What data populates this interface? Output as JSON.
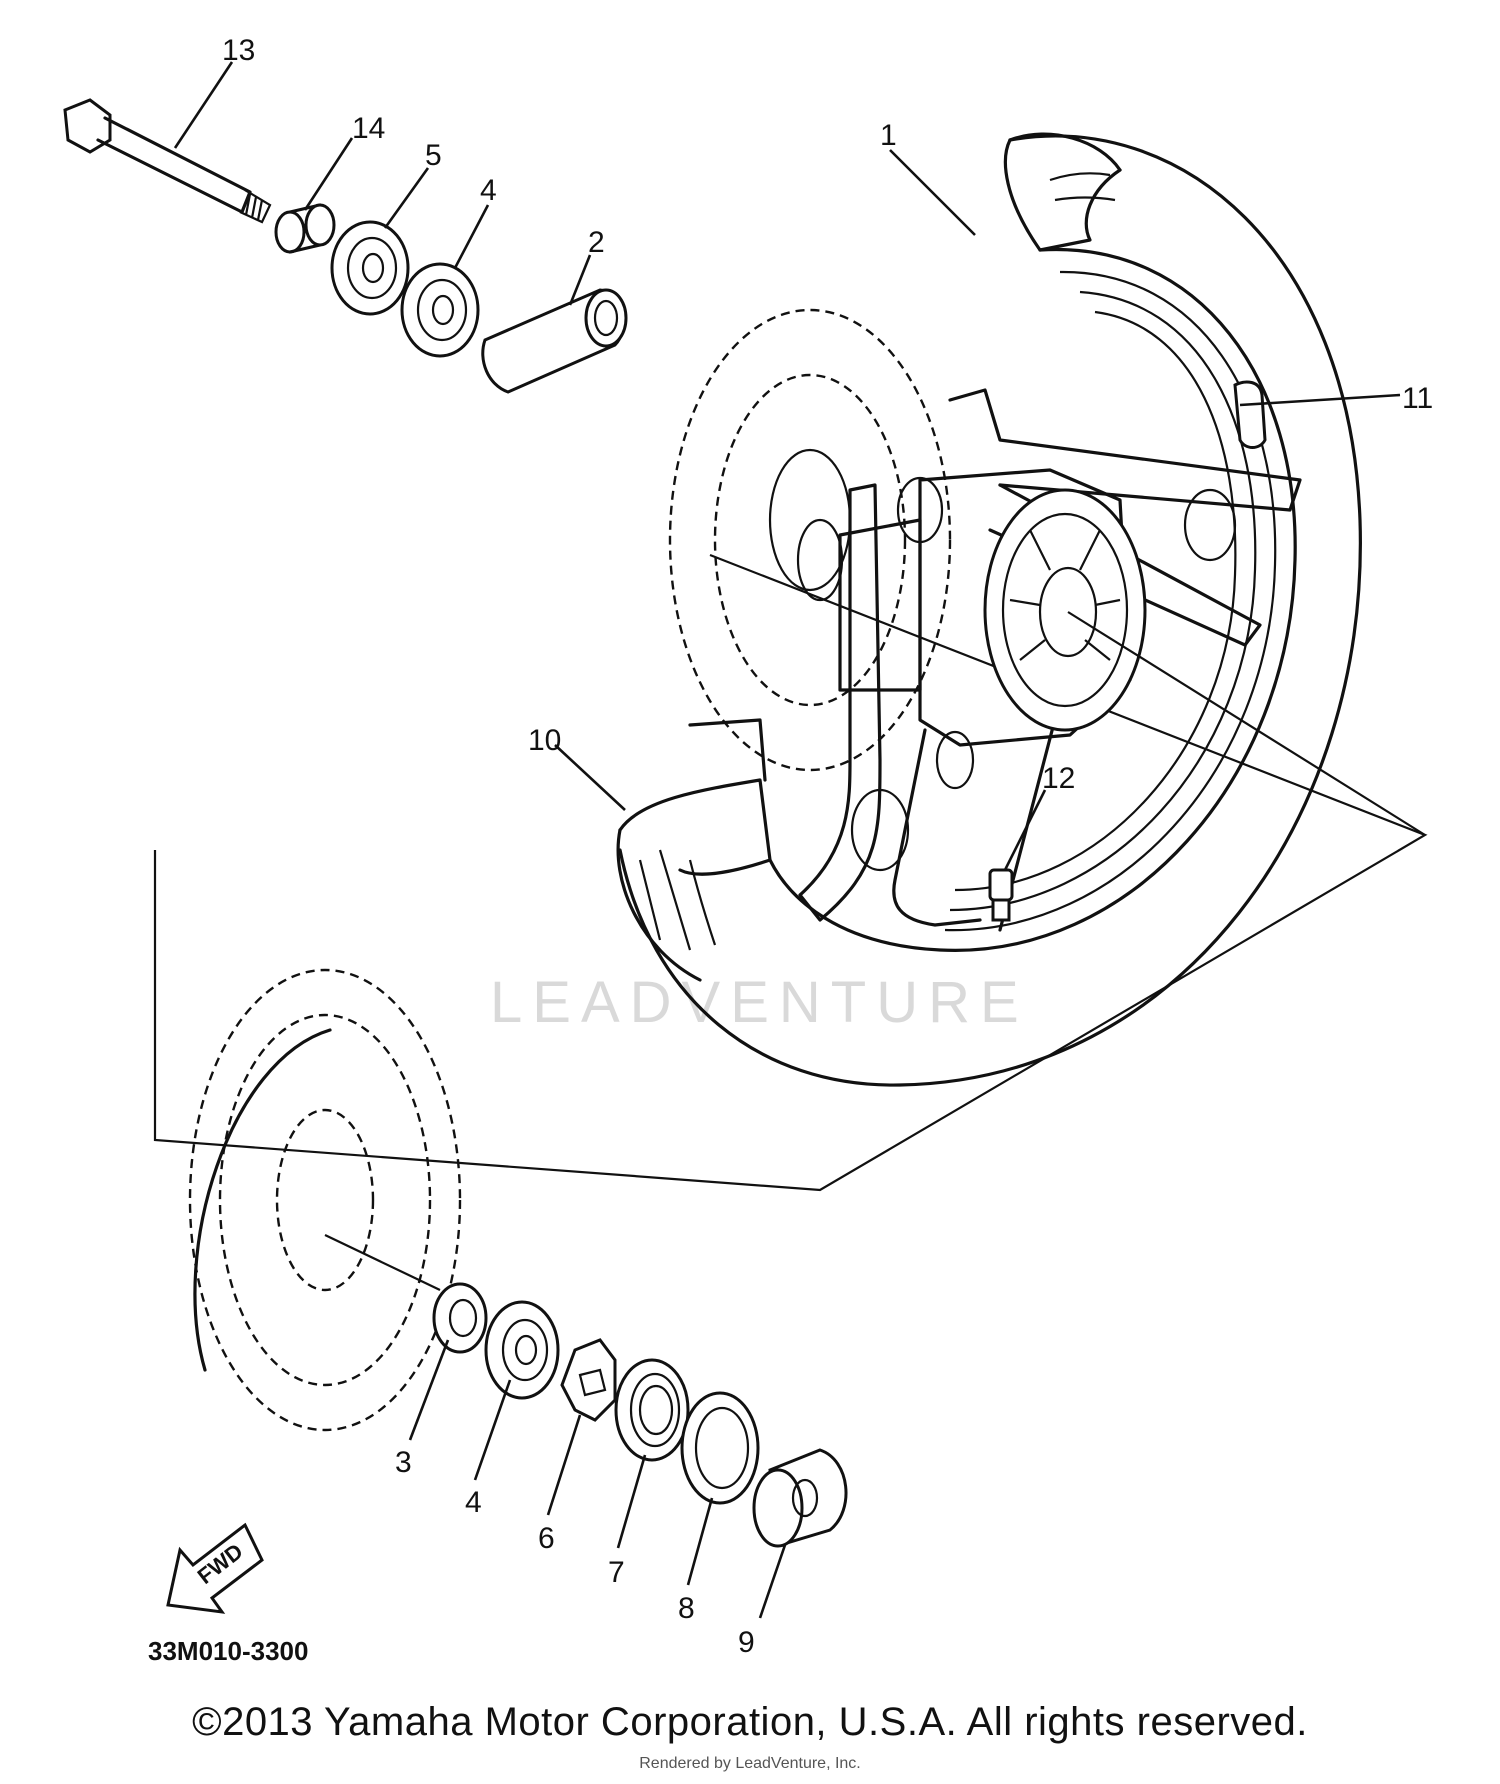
{
  "diagram": {
    "code": "33M010-3300",
    "watermark": "LEADVENTURE",
    "fwd_label": "FWD",
    "callouts": [
      {
        "id": "c1",
        "label": "1"
      },
      {
        "id": "c2",
        "label": "2"
      },
      {
        "id": "c3",
        "label": "3"
      },
      {
        "id": "c4a",
        "label": "4"
      },
      {
        "id": "c4b",
        "label": "4"
      },
      {
        "id": "c5",
        "label": "5"
      },
      {
        "id": "c6",
        "label": "6"
      },
      {
        "id": "c7",
        "label": "7"
      },
      {
        "id": "c8",
        "label": "8"
      },
      {
        "id": "c9",
        "label": "9"
      },
      {
        "id": "c10",
        "label": "10"
      },
      {
        "id": "c11",
        "label": "11"
      },
      {
        "id": "c12",
        "label": "12"
      },
      {
        "id": "c13",
        "label": "13"
      },
      {
        "id": "c14",
        "label": "14"
      }
    ]
  },
  "footer": {
    "copyright": "©2013 Yamaha Motor Corporation, U.S.A. All rights reserved.",
    "rendered_by": "Rendered by LeadVenture, Inc."
  }
}
